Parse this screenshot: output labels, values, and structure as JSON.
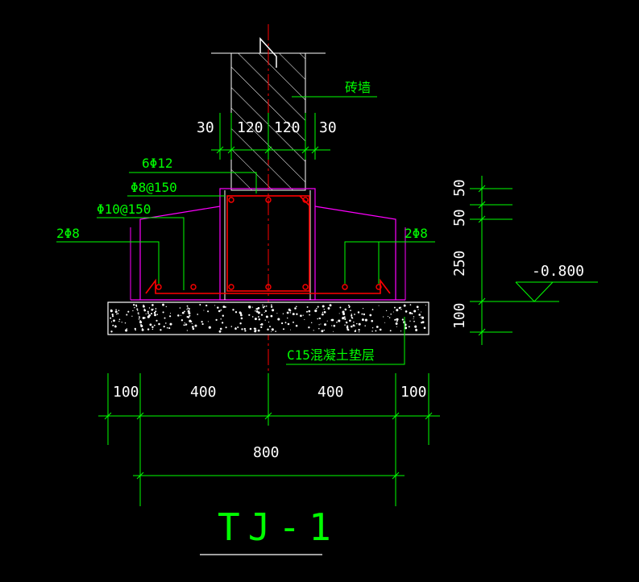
{
  "colors": {
    "background": "#000000",
    "dimension": "#00ff00",
    "text": "#ffffff",
    "wall_hatch": "#ffffff",
    "concrete_outline": "#ff00ff",
    "rebar": "#ff0000",
    "centerline": "#ff0000",
    "column_frame": "#ffffff",
    "pad_fill": "#ffffff"
  },
  "labels": {
    "wall": "砖墙",
    "longitudinal_bars": "6Φ12",
    "stirrup": "Φ8@150",
    "bottom_bars": "Φ10@150",
    "side_bars_left": "2Φ8",
    "side_bars_right": "2Φ8",
    "cushion": "C15混凝土垫层",
    "elevation": "-0.800",
    "title": "TJ-1"
  },
  "dims": {
    "top": [
      "30",
      "120",
      "120",
      "30"
    ],
    "right": [
      "50",
      "50",
      "250",
      "100"
    ],
    "bottom_row": [
      "100",
      "400",
      "400",
      "100"
    ],
    "bottom_total": "800"
  }
}
